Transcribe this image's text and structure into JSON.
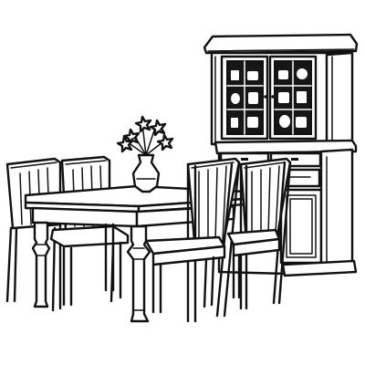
{
  "scene": {
    "subject": "dining-room-line-drawing",
    "colors": {
      "ink": "#111111",
      "paper": "#ffffff",
      "glass": "#161616"
    },
    "objects": [
      "hutch-cabinet",
      "dining-table",
      "flower-vase",
      "chair-back-left",
      "chair-back-middle",
      "chair-front-left",
      "chair-front-right"
    ]
  }
}
